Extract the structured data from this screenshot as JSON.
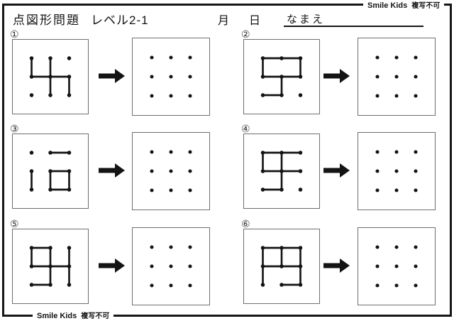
{
  "header": {
    "title": "点図形問題",
    "level": "レベル2-1",
    "month_label": "月",
    "day_label": "日",
    "name_label": "なまえ"
  },
  "brand_top": {
    "name": "Smile Kids",
    "note": "複写不可"
  },
  "brand_bottom": {
    "name": "Smile Kids",
    "note": "複写不可"
  },
  "grid": {
    "rows": 3,
    "cols": 3
  },
  "colors": {
    "ink": "#141414",
    "box_border": "#6e6e6e",
    "frame": "#161616"
  },
  "problems": [
    {
      "number": "①",
      "segments": [
        [
          0,
          0,
          0,
          1
        ],
        [
          0,
          1,
          2,
          1
        ],
        [
          1,
          0,
          1,
          2
        ],
        [
          2,
          1,
          2,
          2
        ]
      ]
    },
    {
      "number": "②",
      "segments": [
        [
          0,
          0,
          2,
          0
        ],
        [
          0,
          0,
          0,
          1
        ],
        [
          2,
          0,
          2,
          1
        ],
        [
          0,
          1,
          2,
          1
        ],
        [
          1,
          1,
          1,
          2
        ],
        [
          0,
          2,
          1,
          2
        ]
      ]
    },
    {
      "number": "③",
      "segments": [
        [
          1,
          0,
          2,
          0
        ],
        [
          0,
          1,
          0,
          2
        ],
        [
          1,
          1,
          2,
          1
        ],
        [
          1,
          1,
          1,
          2
        ],
        [
          2,
          1,
          2,
          2
        ],
        [
          1,
          2,
          2,
          2
        ]
      ]
    },
    {
      "number": "④",
      "segments": [
        [
          0,
          0,
          2,
          0
        ],
        [
          0,
          0,
          0,
          1
        ],
        [
          0,
          1,
          2,
          1
        ],
        [
          1,
          0,
          1,
          2
        ],
        [
          0,
          2,
          1,
          2
        ]
      ]
    },
    {
      "number": "⑤",
      "segments": [
        [
          0,
          0,
          1,
          0
        ],
        [
          0,
          0,
          0,
          1
        ],
        [
          0,
          1,
          2,
          1
        ],
        [
          1,
          0,
          1,
          2
        ],
        [
          0,
          2,
          1,
          2
        ],
        [
          2,
          0,
          2,
          2
        ]
      ]
    },
    {
      "number": "⑥",
      "segments": [
        [
          0,
          0,
          2,
          0
        ],
        [
          0,
          0,
          0,
          2
        ],
        [
          1,
          0,
          1,
          1
        ],
        [
          2,
          0,
          2,
          2
        ],
        [
          0,
          1,
          2,
          1
        ],
        [
          1,
          2,
          2,
          2
        ]
      ]
    }
  ]
}
